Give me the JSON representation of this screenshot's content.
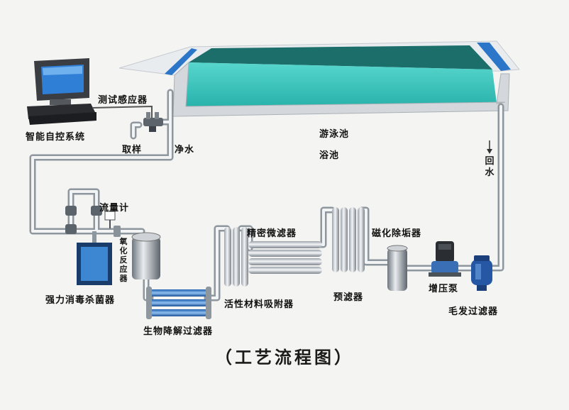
{
  "labels": {
    "sensor": "测试感应器",
    "control_system": "智能自控系统",
    "sampling": "取样",
    "clean_water": "净水",
    "pool_name": "游泳池",
    "bath_name": "浴池",
    "return_water": "回水",
    "flowmeter": "流量计",
    "fine_filter": "精密微滤器",
    "magnetic_descaler": "磁化除垢器",
    "ozone_reactor": "氧化反应器",
    "sterilizer": "强力消毒杀菌器",
    "carbon_adsorber": "活性材料吸附器",
    "prefilter": "预滤器",
    "booster_pump": "增压泵",
    "hair_filter": "毛发过滤器",
    "bio_filter": "生物降解过滤器"
  },
  "caption": "（工艺流程图）",
  "icons": [
    "computer-icon",
    "return-arrow-icon",
    "pump-icon",
    "valve-icon"
  ],
  "colors": {
    "water": "#3fc9c1",
    "water_deep": "#1d8f8a",
    "pipe": "#d9dde2",
    "pipe_edge": "#8e969e",
    "accent_blue": "#2b76c8"
  }
}
